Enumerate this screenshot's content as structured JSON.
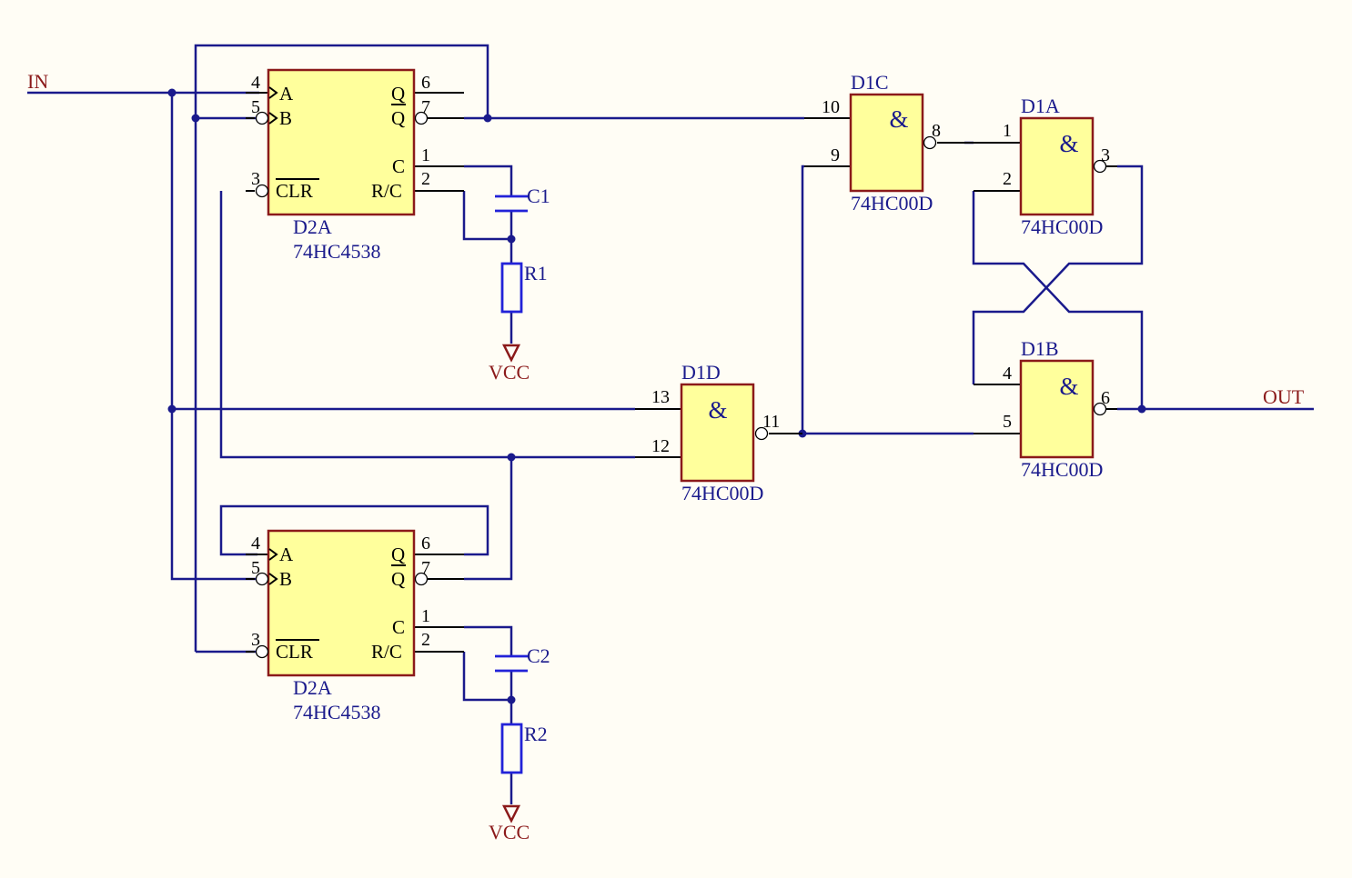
{
  "nets": {
    "in": "IN",
    "out": "OUT",
    "vcc1": "VCC",
    "vcc2": "VCC"
  },
  "chip_top": {
    "designator": "D2A",
    "part": "74HC4538",
    "pins": {
      "a": "A",
      "b": "B",
      "clr": "CLR",
      "q": "Q",
      "qbar": "Q",
      "c": "C",
      "rc": "R/C"
    },
    "nums": {
      "a": "4",
      "b": "5",
      "clr": "3",
      "q": "6",
      "qbar": "7",
      "c": "1",
      "rc": "2"
    }
  },
  "chip_bottom": {
    "designator": "D2A",
    "part": "74HC4538",
    "pins": {
      "a": "A",
      "b": "B",
      "clr": "CLR",
      "q": "Q",
      "qbar": "Q",
      "c": "C",
      "rc": "R/C"
    },
    "nums": {
      "a": "4",
      "b": "5",
      "clr": "3",
      "q": "6",
      "qbar": "7",
      "c": "1",
      "rc": "2"
    }
  },
  "gate_d1c": {
    "designator": "D1C",
    "part": "74HC00D",
    "symbol": "&",
    "in1": "10",
    "in2": "9",
    "out": "8"
  },
  "gate_d1a": {
    "designator": "D1A",
    "part": "74HC00D",
    "symbol": "&",
    "in1": "1",
    "in2": "2",
    "out": "3"
  },
  "gate_d1b": {
    "designator": "D1B",
    "part": "74HC00D",
    "symbol": "&",
    "in1": "4",
    "in2": "5",
    "out": "6"
  },
  "gate_d1d": {
    "designator": "D1D",
    "part": "74HC00D",
    "symbol": "&",
    "in1": "13",
    "in2": "12",
    "out": "11"
  },
  "passives": {
    "c1": "C1",
    "r1": "R1",
    "c2": "C2",
    "r2": "R2"
  }
}
